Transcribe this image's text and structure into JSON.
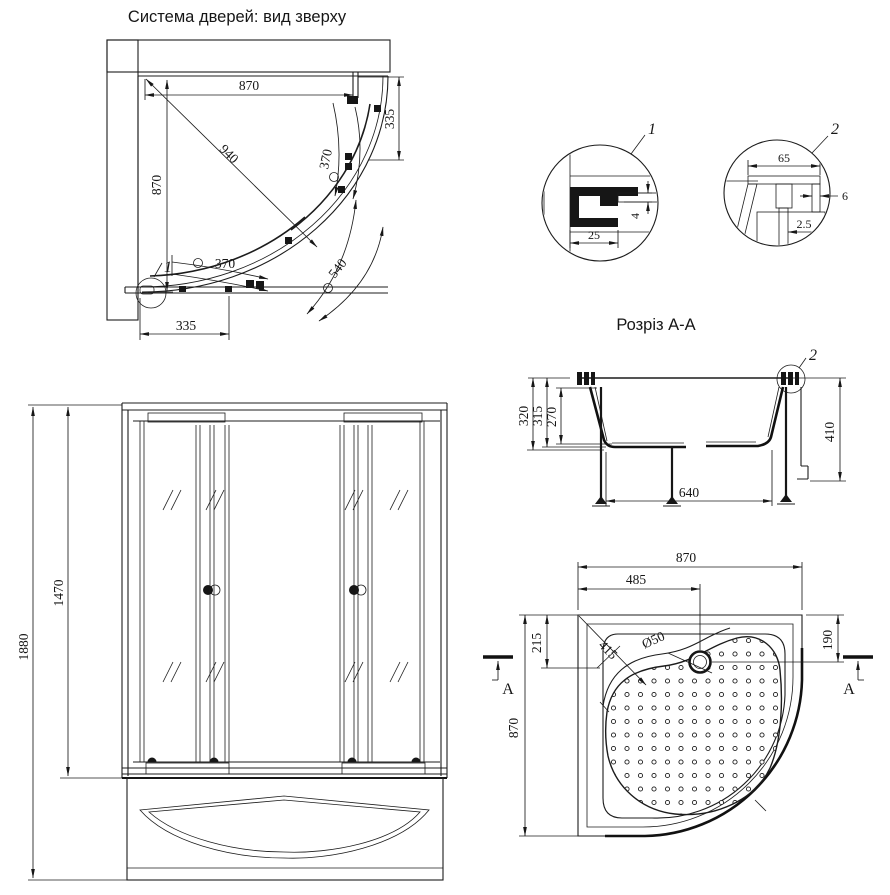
{
  "plan": {
    "title": "Система дверей: вид зверху",
    "dim_width_top": "870",
    "dim_right_offset": "335",
    "dim_diagonal": "940",
    "dim_height_left": "870",
    "dim_door_upper": "370",
    "dim_door_lower": "370",
    "dim_arc_opening": "540",
    "dim_bottom_offset": "335",
    "callout_label": "1"
  },
  "detail1": {
    "label": "1",
    "dim_profile_width": "25",
    "dim_glass_thickness": "4"
  },
  "detail2": {
    "label": "2",
    "dim_profile_width": "65",
    "dim_wall_thickness": "6",
    "dim_glass_thickness": "2.5"
  },
  "section": {
    "title": "Розріз А-А",
    "callout_label": "2",
    "dim_height_total": "320",
    "dim_height_inner": "315",
    "dim_depth": "270",
    "dim_bottom_width": "640",
    "dim_height_right": "410"
  },
  "front": {
    "dim_total_height": "1880",
    "dim_door_height": "1470"
  },
  "tray": {
    "dim_width_top": "870",
    "dim_drain_x": "485",
    "dim_corner_seat": "215",
    "dim_diag_drain": "415",
    "dim_drain_dia": "Ø50",
    "dim_drain_y": "190",
    "dim_height_left": "870",
    "section_marker": "A"
  }
}
